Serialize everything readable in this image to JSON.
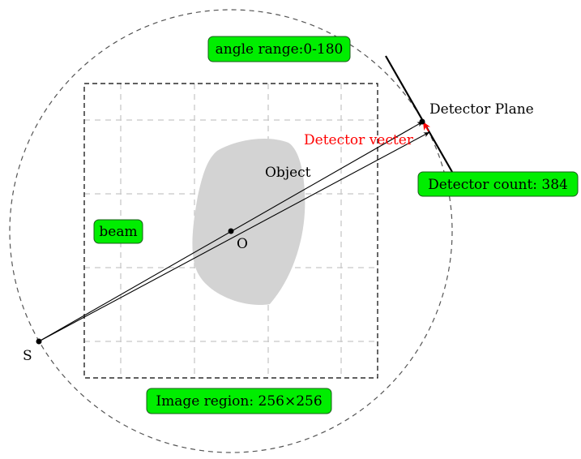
{
  "labels": {
    "angle_range": "angle range:0-180",
    "detector_plane": "Detector Plane",
    "detector_vector": "Detector vecter",
    "object": "Object",
    "origin": "O",
    "detector_count": "Detector count: 384",
    "beam": "beam",
    "source": "S",
    "image_region": "Image region: 256×256"
  },
  "colors": {
    "tag_fill": "#00ee00",
    "tag_stroke": "#1a5c1a",
    "object_fill": "#d3d3d3",
    "detector_vector": "#ff0000",
    "grid_line": "#c8c8c8",
    "dashed_frame": "#000000",
    "circle": "#555555"
  }
}
